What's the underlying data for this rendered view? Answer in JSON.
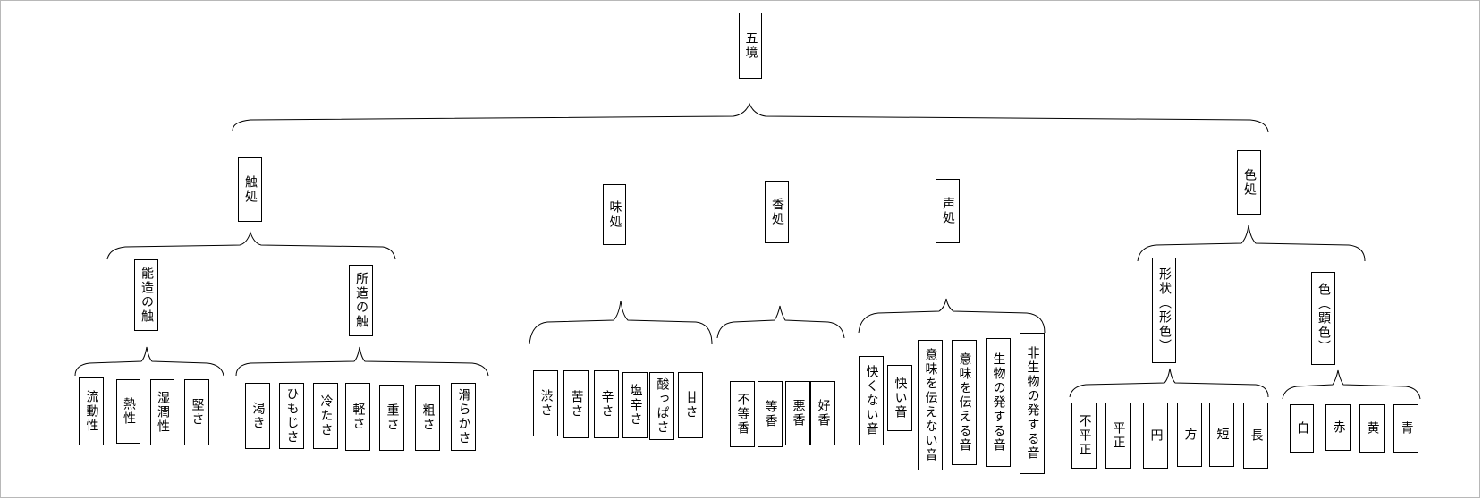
{
  "root": "五境",
  "sense_fields": {
    "touch": "触処",
    "taste": "味処",
    "smell": "香処",
    "sound": "声処",
    "color": "色処"
  },
  "touch_groups": {
    "primary": "能造の触",
    "derived": "所造の触"
  },
  "color_groups": {
    "shape": "形状（形色）",
    "hue": "色（顕色）"
  },
  "leaves": {
    "primary_touch": [
      "流動性",
      "熱性",
      "湿潤性",
      "堅さ"
    ],
    "derived_touch": [
      "渇き",
      "ひもじさ",
      "冷たさ",
      "軽さ",
      "重さ",
      "粗さ",
      "滑らかさ"
    ],
    "taste": [
      "渋さ",
      "苦さ",
      "辛さ",
      "塩辛さ",
      "酸っぱさ",
      "甘さ"
    ],
    "smell": [
      "不等香",
      "等香",
      "悪香",
      "好香"
    ],
    "sound": [
      "快くない音",
      "快い音",
      "意味を伝えない音",
      "意味を伝える音",
      "生物の発する音",
      "非生物の発する音"
    ],
    "shape": [
      "不平正",
      "平正",
      "円",
      "方",
      "短",
      "長"
    ],
    "hue": [
      "白",
      "赤",
      "黄",
      "青"
    ]
  }
}
